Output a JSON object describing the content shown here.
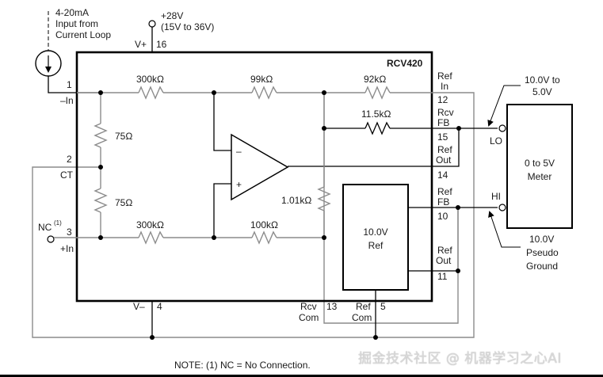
{
  "chip": {
    "name": "RCV420"
  },
  "input": {
    "line1": "4-20mA",
    "line2": "Input from",
    "line3": "Current Loop"
  },
  "supply": {
    "voltage": "+28V",
    "range": "(15V to 36V)",
    "pin_label": "V+",
    "pin_number": "16"
  },
  "pins": {
    "p1": {
      "number": "1",
      "label": "–In"
    },
    "p2": {
      "number": "2",
      "label": "CT"
    },
    "p3": {
      "number": "3",
      "label": "+In",
      "nc": "NC",
      "nc_note": "(1)"
    },
    "p4": {
      "number": "4",
      "label": "V–"
    },
    "p5": {
      "number": "5",
      "label1": "Ref",
      "label2": "Com"
    },
    "p10": {
      "number": "10",
      "label1": "Ref",
      "label2": "FB"
    },
    "p11": {
      "number": "11",
      "label1": "Ref",
      "label2": "Out"
    },
    "p12": {
      "number": "12",
      "label1": "Ref",
      "label2": "In"
    },
    "p13": {
      "number": "13",
      "label1": "Rcv",
      "label2": "Com"
    },
    "p14": {
      "number": "14",
      "label1": "Ref",
      "label2": "Out"
    },
    "p15": {
      "number": "15",
      "label1": "Rcv",
      "label2": "FB"
    }
  },
  "resistors": {
    "r_top_in": "300kΩ",
    "r_top_mid": "99kΩ",
    "r_top_right": "92kΩ",
    "r_fb": "11.5kΩ",
    "r_shunt_top": "75Ω",
    "r_shunt_bot": "75Ω",
    "r_bot_in": "300kΩ",
    "r_bot_mid": "100kΩ",
    "r_vert": "1.01kΩ"
  },
  "opamp": {
    "minus": "–",
    "plus": "+"
  },
  "reference": {
    "line1": "10.0V",
    "line2": "Ref"
  },
  "meter": {
    "line1": "0 to 5V",
    "line2": "Meter",
    "lo": "LO",
    "hi": "HI",
    "lo_note1": "10.0V to",
    "lo_note2": "5.0V",
    "hi_note1": "10.0V",
    "hi_note2": "Pseudo",
    "hi_note3": "Ground"
  },
  "note": "NOTE: (1) NC = No Connection.",
  "watermark": "掘金技术社区 @ 机器学习之心AI"
}
